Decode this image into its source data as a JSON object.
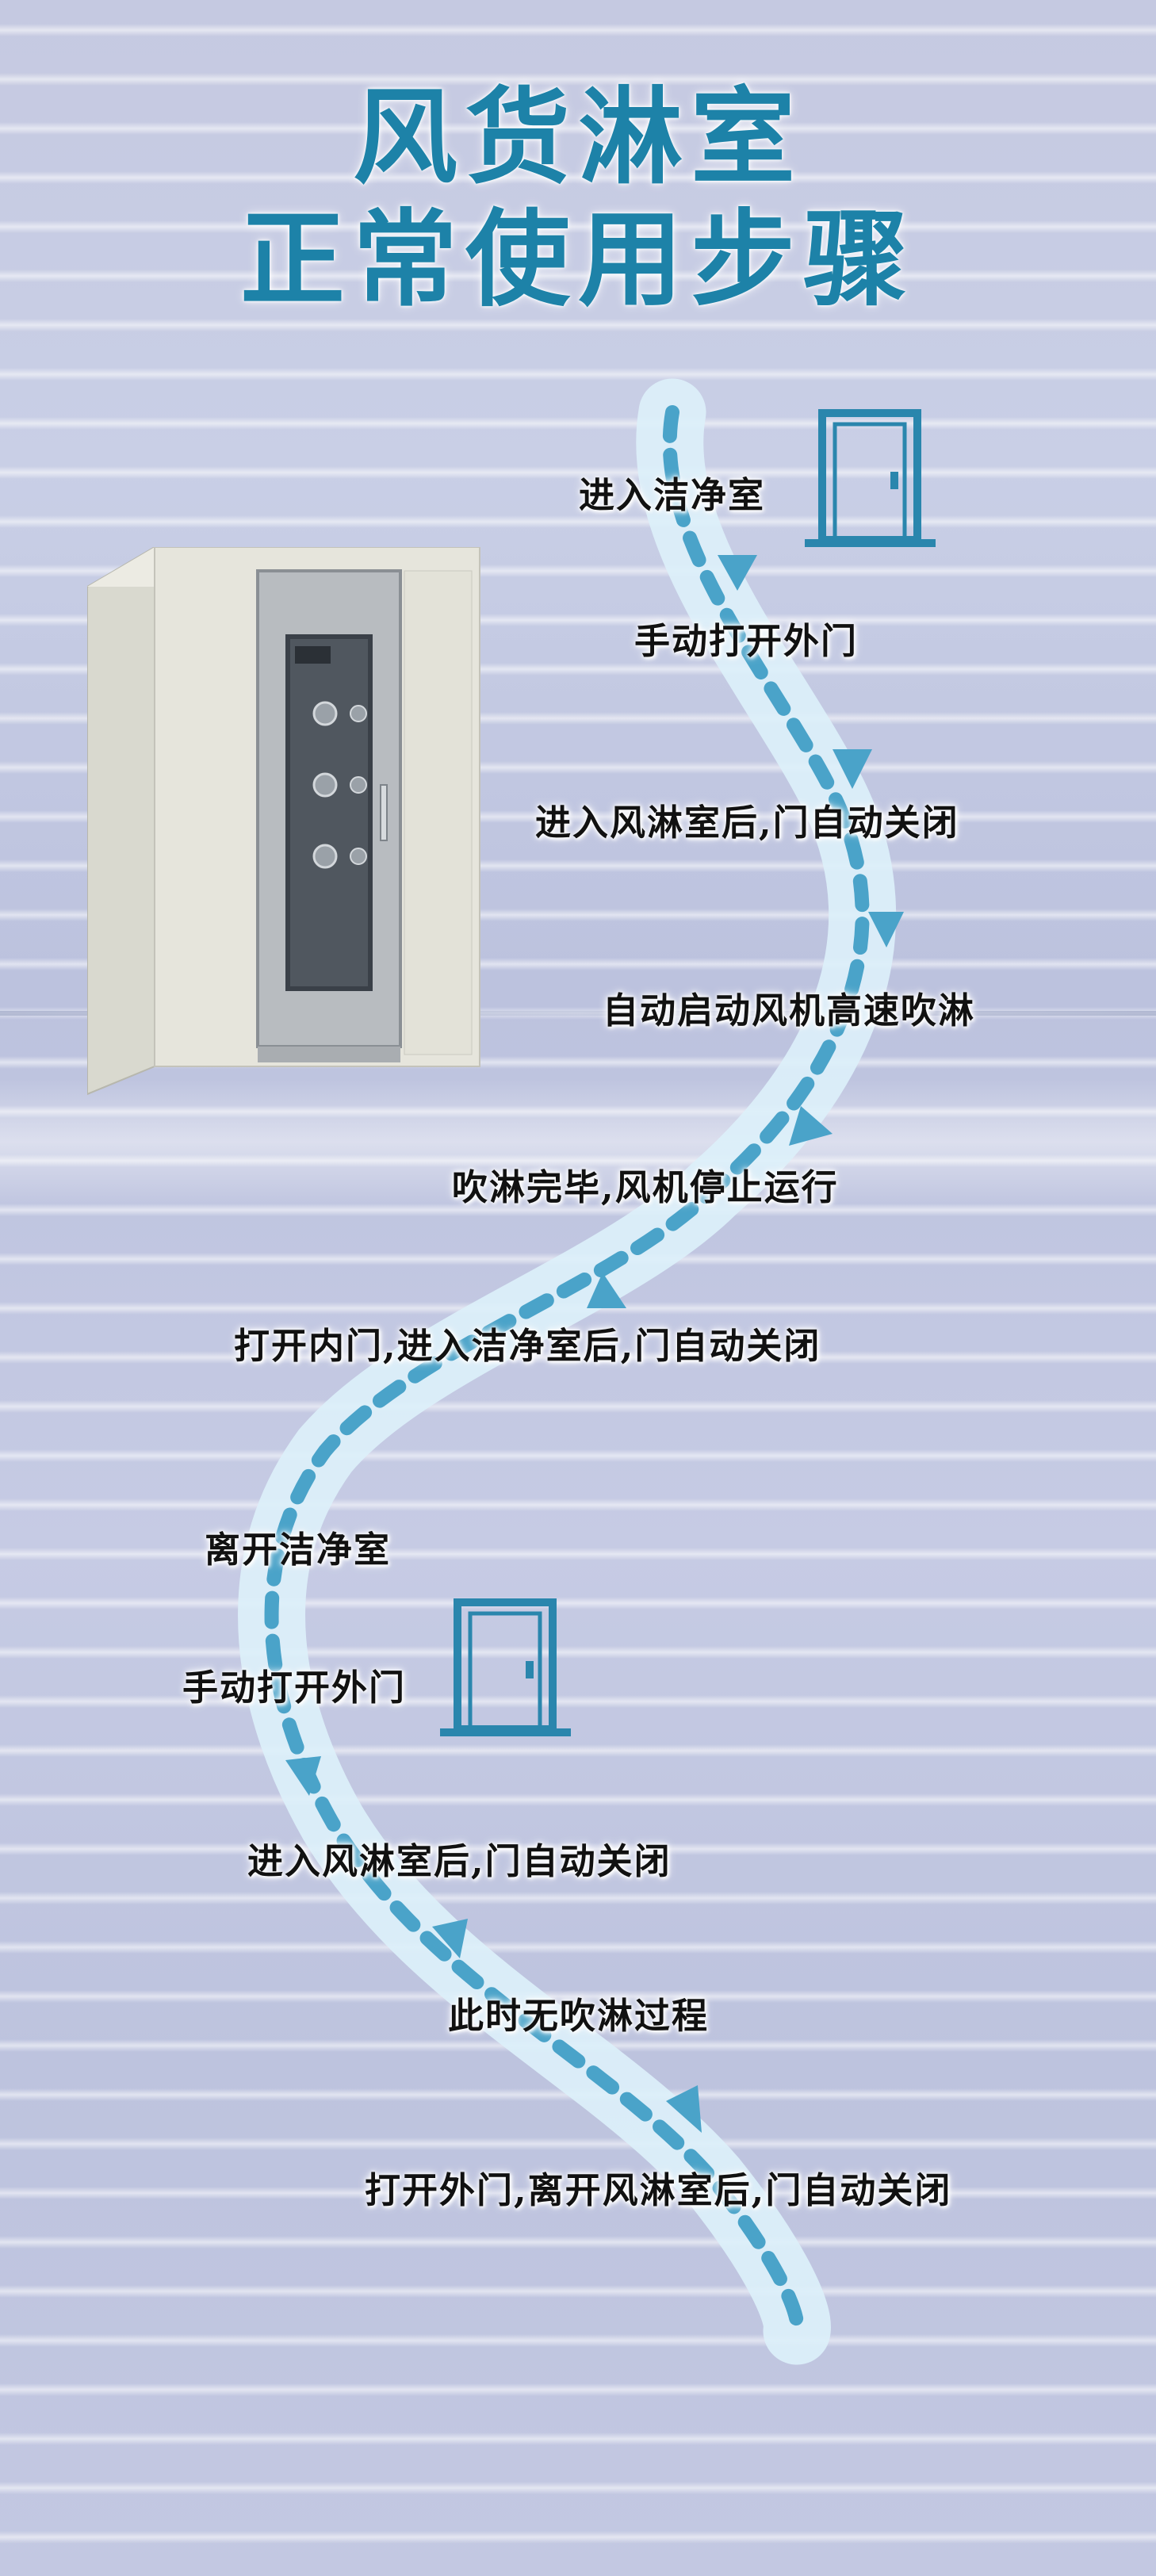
{
  "title": {
    "line1": "风货淋室",
    "line2": "正常使用步骤"
  },
  "steps": [
    "进入洁净室",
    "手动打开外门",
    "进入风淋室后,门自动关闭",
    "自动启动风机高速吹淋",
    "吹淋完毕,风机停止运行",
    "打开内门,进入洁净室后,门自动关闭",
    "离开洁净室",
    "手动打开外门",
    "进入风淋室后,门自动关闭",
    "此时无吹淋过程",
    "打开外门,离开风淋室后,门自动关闭"
  ],
  "icons": {
    "door_top": "door-icon",
    "door_bottom": "door-icon"
  },
  "colors": {
    "title": "#1d82a8",
    "path_fill": "#d9eef8",
    "arrow": "#4aa3c9",
    "icon_stroke": "#2a86ad"
  }
}
